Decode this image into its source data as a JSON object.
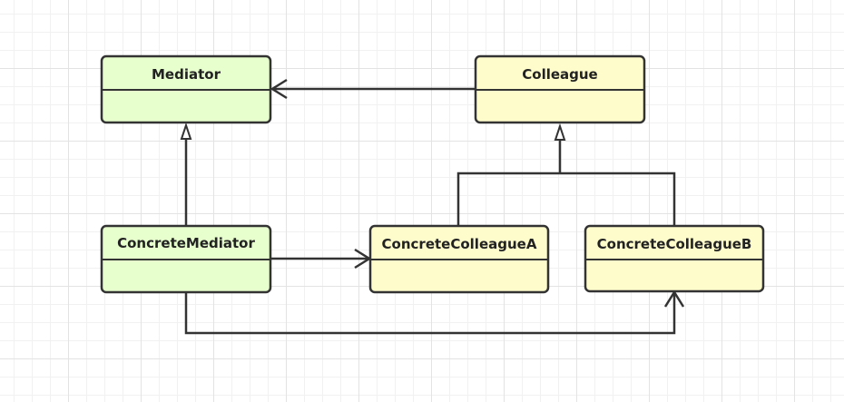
{
  "diagram": {
    "classes": {
      "mediator": {
        "name": "Mediator"
      },
      "colleague": {
        "name": "Colleague"
      },
      "concrete_mediator": {
        "name": "ConcreteMediator"
      },
      "concrete_colleague_a": {
        "name": "ConcreteColleagueA"
      },
      "concrete_colleague_b": {
        "name": "ConcreteColleagueB"
      }
    },
    "relationships": [
      {
        "from": "Colleague",
        "to": "Mediator",
        "type": "association"
      },
      {
        "from": "ConcreteMediator",
        "to": "Mediator",
        "type": "generalization"
      },
      {
        "from": "ConcreteColleagueA",
        "to": "Colleague",
        "type": "generalization"
      },
      {
        "from": "ConcreteColleagueB",
        "to": "Colleague",
        "type": "generalization"
      },
      {
        "from": "ConcreteMediator",
        "to": "ConcreteColleagueA",
        "type": "association"
      },
      {
        "from": "ConcreteMediator",
        "to": "ConcreteColleagueB",
        "type": "association"
      }
    ],
    "colors": {
      "mediator_fill": "#e6ffcc",
      "colleague_fill": "#fffccc",
      "stroke": "#333333",
      "grid": "#e3e3e3"
    }
  }
}
